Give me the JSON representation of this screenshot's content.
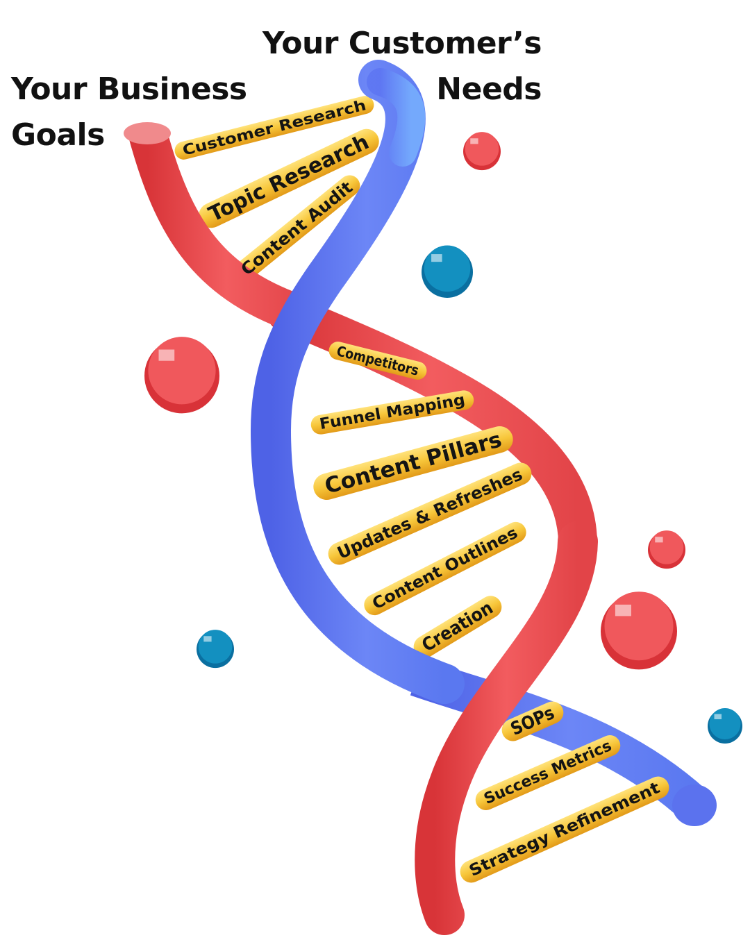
{
  "headings": {
    "left": {
      "line1": "Your Business",
      "line2": "Goals"
    },
    "right": {
      "line1": "Your Customer’s",
      "line2": "Needs"
    }
  },
  "rungs": [
    {
      "label": "Customer Research"
    },
    {
      "label": "Topic Research"
    },
    {
      "label": "Content Audit"
    },
    {
      "label": "Competitors"
    },
    {
      "label": "Funnel Mapping"
    },
    {
      "label": "Content Pillars"
    },
    {
      "label": "Updates & Refreshes"
    },
    {
      "label": "Content Outlines"
    },
    {
      "label": "Creation"
    },
    {
      "label": "SOPs"
    },
    {
      "label": "Success Metrics"
    },
    {
      "label": "Strategy Refinement"
    }
  ],
  "colors": {
    "business_strand": "#ee4e52",
    "customer_strand": "#5a72f0",
    "rung": "#f6c53a",
    "bubble_red": "#f0585c",
    "bubble_blue": "#1390c0",
    "text": "#111111"
  }
}
